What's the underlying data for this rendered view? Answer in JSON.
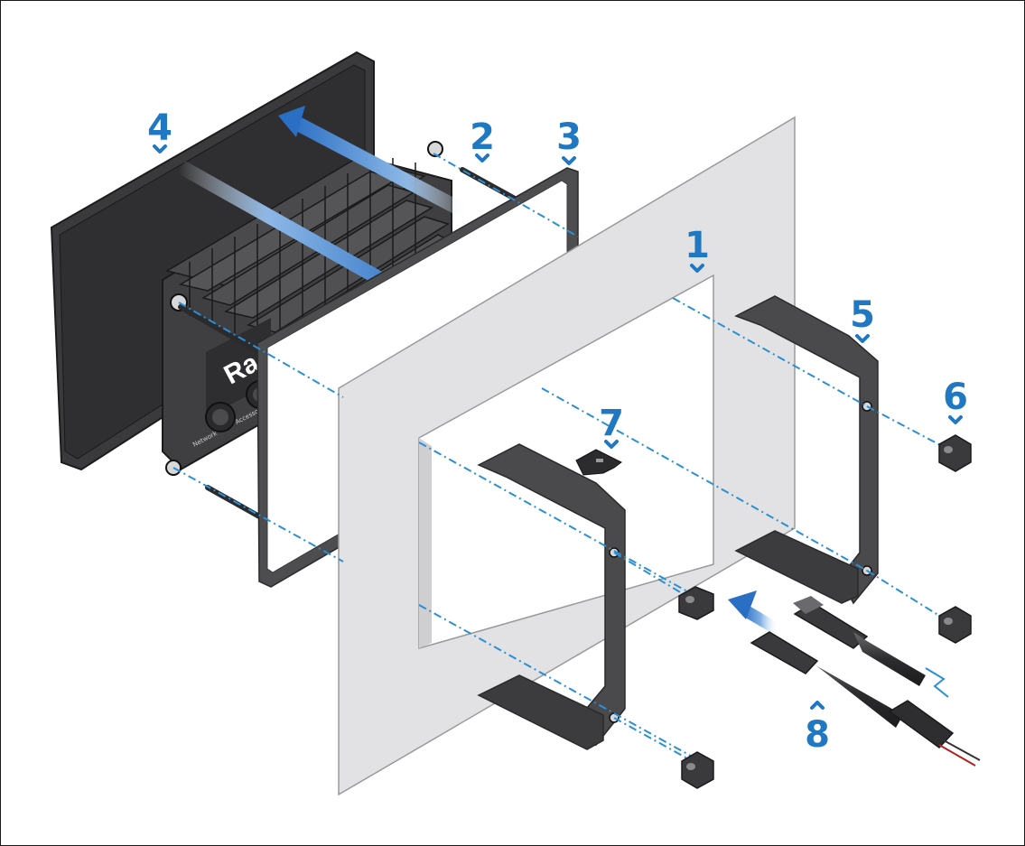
{
  "callouts": [
    {
      "id": "1",
      "label": "1",
      "pointer": "down"
    },
    {
      "id": "2",
      "label": "2",
      "pointer": "down"
    },
    {
      "id": "3",
      "label": "3",
      "pointer": "down"
    },
    {
      "id": "4",
      "label": "4",
      "pointer": "down"
    },
    {
      "id": "5",
      "label": "5",
      "pointer": "down"
    },
    {
      "id": "6",
      "label": "6",
      "pointer": "down"
    },
    {
      "id": "7",
      "label": "7",
      "pointer": "down"
    },
    {
      "id": "8",
      "label": "8",
      "pointer": "up"
    }
  ],
  "unit": {
    "brand_fragment": "Ra",
    "port_labels": [
      "Network",
      "Accessory"
    ]
  },
  "colors": {
    "callout": "#1f78c1",
    "dash_line": "#2a8fd4",
    "panel": "#e2e2e4",
    "bracket": "#4a4a4c",
    "unit_body": "#3b3b3d"
  },
  "icons": [
    "double-arrow-direction-icon",
    "insert-arrow-icon",
    "cable-break-icon"
  ]
}
